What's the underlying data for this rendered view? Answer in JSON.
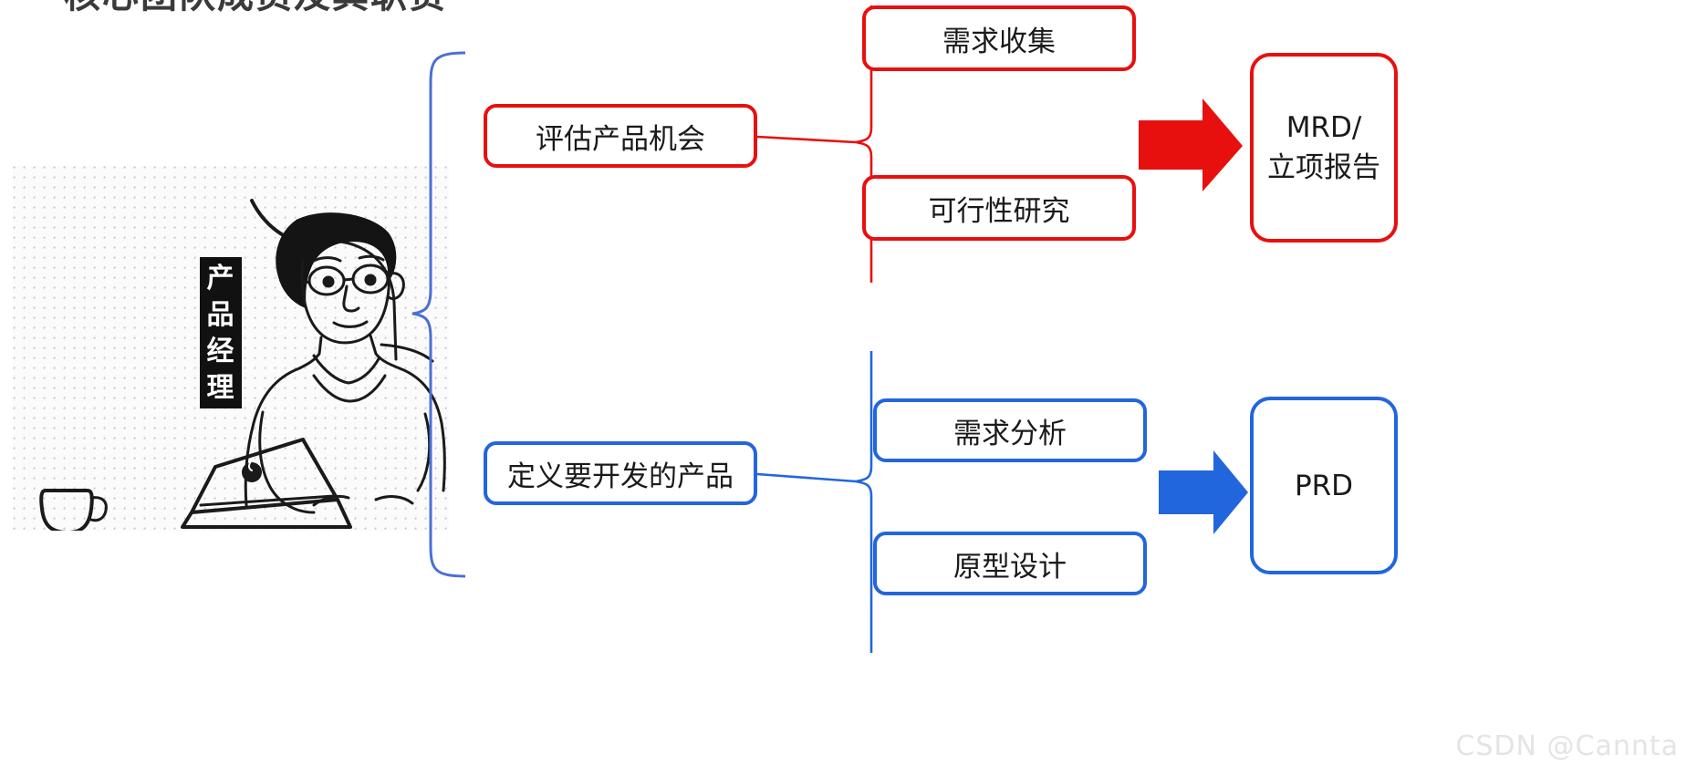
{
  "slide": {
    "title": "核心团队成员及其职责",
    "watermark": "CSDN @Cannta",
    "background_color": "#ffffff"
  },
  "illustration": {
    "role_badge": {
      "text": "产品经理",
      "chars": [
        "产",
        "品",
        "经",
        "理"
      ],
      "text_color": "#ffffff",
      "background_color": "#111111"
    },
    "description": "黑白漫画风格：戴眼镜的男子坐在办公桌前使用笔记本电脑，旁边有一个咖啡杯",
    "icon_names": [
      "person-illustration",
      "laptop-icon",
      "coffee-cup-icon",
      "halftone-dot-background"
    ]
  },
  "colors": {
    "red_accent": "#e8100f",
    "blue_accent": "#2266dd",
    "bracket_blue": "#4a6fd4",
    "text": "#1a1a1a",
    "watermark": "#e4e4e4"
  },
  "branches": [
    {
      "id": "top",
      "color": "#e8100f",
      "stage": "评估产品机会",
      "tasks": [
        "需求收集",
        "可行性研究"
      ],
      "arrow": {
        "name": "right-arrow-red",
        "color": "#e8100f",
        "direction": "right"
      },
      "output": "MRD/\n立项报告",
      "output_lines": [
        "MRD/",
        "立项报告"
      ]
    },
    {
      "id": "bottom",
      "color": "#2266dd",
      "stage": "定义要开发的产品",
      "tasks": [
        "需求分析",
        "原型设计"
      ],
      "arrow": {
        "name": "right-arrow-blue",
        "color": "#2266dd",
        "direction": "right"
      },
      "output": "PRD",
      "output_lines": [
        "PRD"
      ]
    }
  ],
  "nodes": {
    "evaluate": "评估产品机会",
    "requirement_collection": "需求收集",
    "feasibility_study": "可行性研究",
    "mrd": "MRD/\n立项报告",
    "define_product": "定义要开发的产品",
    "requirement_analysis": "需求分析",
    "prototype_design": "原型设计",
    "prd": "PRD"
  }
}
